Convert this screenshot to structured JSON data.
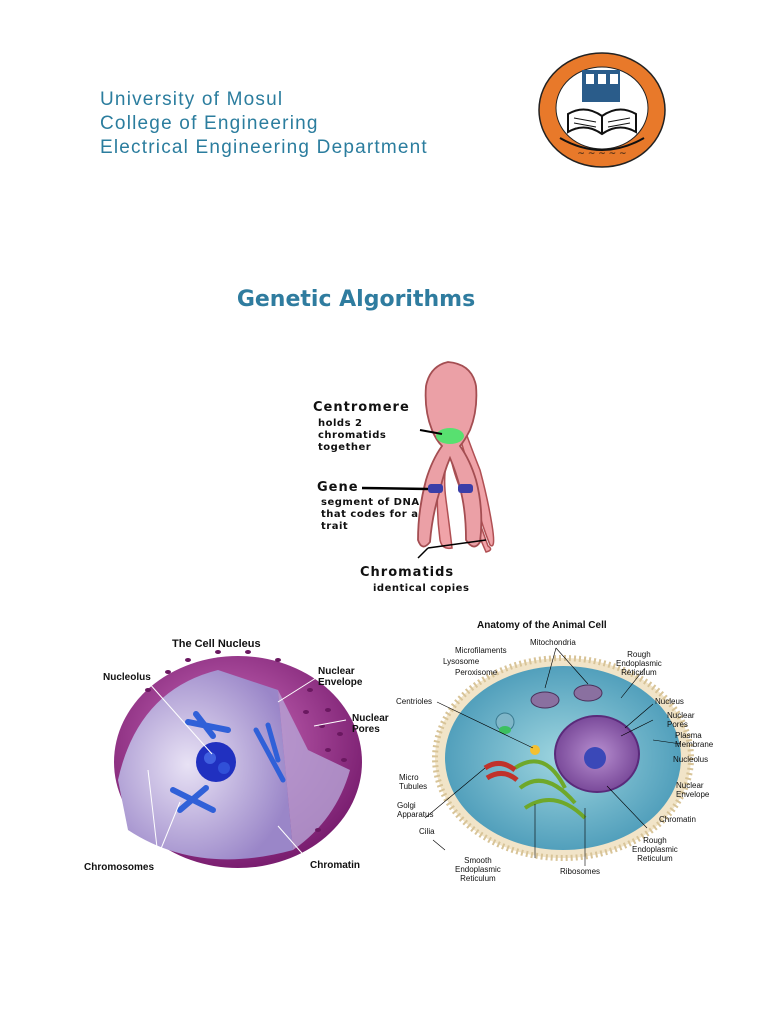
{
  "header": {
    "line1": "University of Mosul",
    "line2": "College of Engineering",
    "line3": "Electrical Engineering Department"
  },
  "logo": {
    "name": "university-of-mosul-seal",
    "colors": {
      "ring": "#e8792a",
      "inner": "#ffffff",
      "ink": "#1a1a1a",
      "book": "#2a5c8a"
    }
  },
  "title": "Genetic Algorithms",
  "chromosome_figure": {
    "centromere_label": "Centromere",
    "centromere_desc": [
      "holds 2",
      "chromatids",
      "together"
    ],
    "gene_label": "Gene",
    "gene_desc": [
      "segment of DNA",
      "that codes for a",
      "trait"
    ],
    "chromatids_label": "Chromatids",
    "chromatids_desc": "identical copies"
  },
  "nucleus_figure": {
    "title": "The Cell Nucleus",
    "nucleolus": "Nucleolus",
    "nuclear_envelope": [
      "Nuclear",
      "Envelope"
    ],
    "nuclear_pores": [
      "Nuclear",
      "Pores"
    ],
    "chromosomes": "Chromosomes",
    "chromatin": "Chromatin"
  },
  "cell_figure": {
    "title": "Anatomy of the Animal Cell",
    "mitochondria": "Mitochondria",
    "microfilaments": "Microfilaments",
    "lysosome": "Lysosome",
    "peroxisome": "Peroxisome",
    "rough_er_top": [
      "Rough",
      "Endoplasmic",
      "Reticulum"
    ],
    "nucleus": "Nucleus",
    "nuclear_pores": [
      "Nuclear",
      "Pores"
    ],
    "plasma_membrane": [
      "Plasma",
      "Membrane"
    ],
    "centrioles": "Centrioles",
    "nucleolus": "Nucleolus",
    "micro_tubules": [
      "Micro",
      "Tubules"
    ],
    "nuclear_envelope": [
      "Nuclear",
      "Envelope"
    ],
    "golgi": [
      "Golgi",
      "Apparatus"
    ],
    "chromatin": "Chromatin",
    "cilia": "Cilia",
    "rough_er_bottom": [
      "Rough",
      "Endoplasmic",
      "Reticulum"
    ],
    "smooth_er": [
      "Smooth",
      "Endoplasmic",
      "Reticulum"
    ],
    "ribosomes": "Ribosomes"
  }
}
